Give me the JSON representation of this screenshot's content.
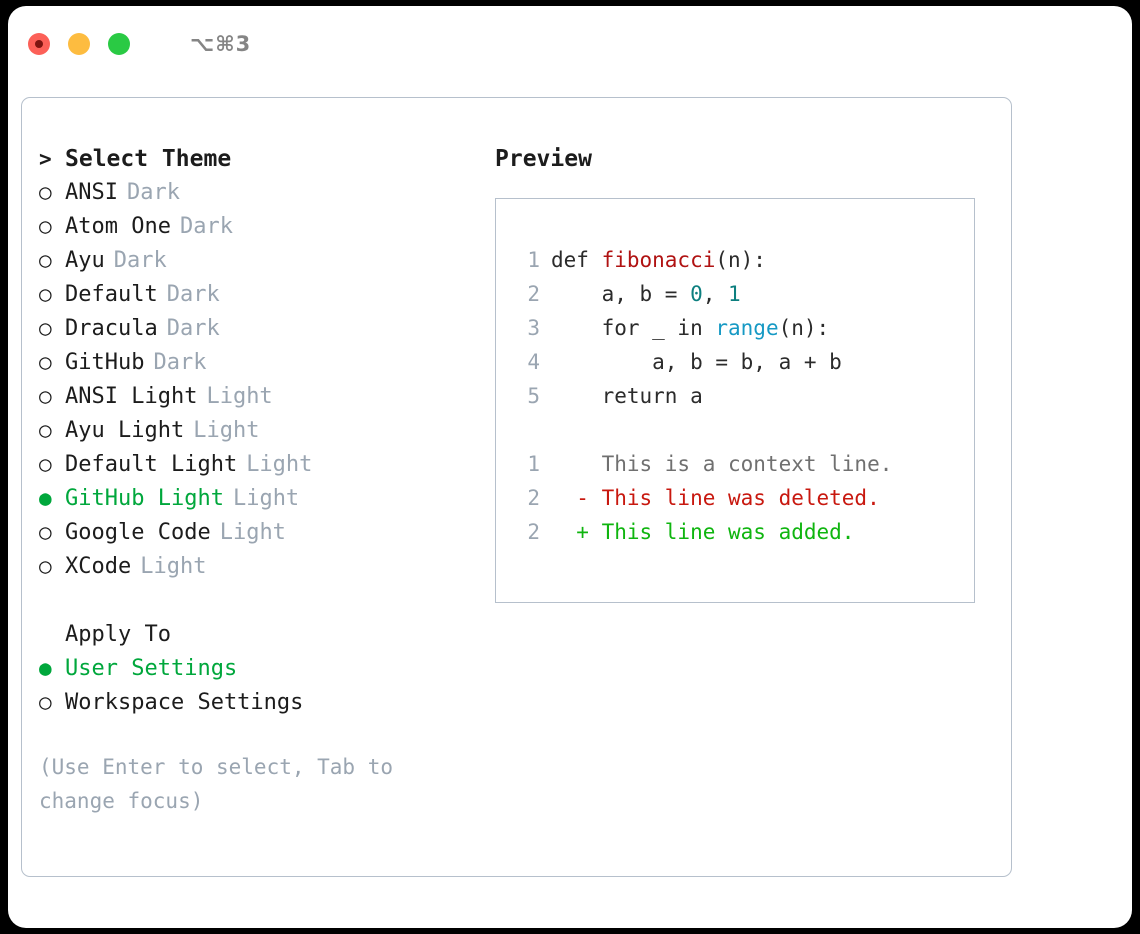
{
  "titlebar": {
    "shortcut": "⌥⌘3",
    "buttons": [
      "close",
      "minimize",
      "maximize"
    ]
  },
  "theme_list": {
    "header": {
      "marker": ">",
      "label": "Select Theme"
    },
    "items": [
      {
        "marker": "○",
        "label": "ANSI",
        "tag": "Dark",
        "selected": false
      },
      {
        "marker": "○",
        "label": "Atom One",
        "tag": "Dark",
        "selected": false
      },
      {
        "marker": "○",
        "label": "Ayu",
        "tag": "Dark",
        "selected": false
      },
      {
        "marker": "○",
        "label": "Default",
        "tag": "Dark",
        "selected": false
      },
      {
        "marker": "○",
        "label": "Dracula",
        "tag": "Dark",
        "selected": false
      },
      {
        "marker": "○",
        "label": "GitHub",
        "tag": "Dark",
        "selected": false
      },
      {
        "marker": "○",
        "label": "ANSI Light",
        "tag": "Light",
        "selected": false
      },
      {
        "marker": "○",
        "label": "Ayu Light",
        "tag": "Light",
        "selected": false
      },
      {
        "marker": "○",
        "label": "Default Light",
        "tag": "Light",
        "selected": false
      },
      {
        "marker": "●",
        "label": "GitHub Light",
        "tag": "Light",
        "selected": true
      },
      {
        "marker": "○",
        "label": "Google Code",
        "tag": "Light",
        "selected": false
      },
      {
        "marker": "○",
        "label": "XCode",
        "tag": "Light",
        "selected": false
      }
    ]
  },
  "apply_to": {
    "header": {
      "marker": " ",
      "label": "Apply To"
    },
    "items": [
      {
        "marker": "●",
        "label": "User Settings",
        "selected": true
      },
      {
        "marker": "○",
        "label": "Workspace Settings",
        "selected": false
      }
    ]
  },
  "hint": "(Use Enter to select, Tab to change focus)",
  "preview": {
    "title": "Preview",
    "code_lines": [
      {
        "no": "1",
        "tokens": [
          {
            "t": "def ",
            "c": "plain"
          },
          {
            "t": "fibonacci",
            "c": "fn"
          },
          {
            "t": "(n):",
            "c": "plain"
          }
        ]
      },
      {
        "no": "2",
        "tokens": [
          {
            "t": "    a, b = ",
            "c": "plain"
          },
          {
            "t": "0",
            "c": "num"
          },
          {
            "t": ", ",
            "c": "plain"
          },
          {
            "t": "1",
            "c": "num"
          }
        ]
      },
      {
        "no": "3",
        "tokens": [
          {
            "t": "    for _ in ",
            "c": "plain"
          },
          {
            "t": "range",
            "c": "call"
          },
          {
            "t": "(n):",
            "c": "plain"
          }
        ]
      },
      {
        "no": "4",
        "tokens": [
          {
            "t": "        a, b = b, a + b",
            "c": "plain"
          }
        ]
      },
      {
        "no": "5",
        "tokens": [
          {
            "t": "    return a",
            "c": "plain"
          }
        ]
      }
    ],
    "diff_lines": [
      {
        "no": "1",
        "sign": " ",
        "text": "This is a context line.",
        "kind": "context"
      },
      {
        "no": "2",
        "sign": "-",
        "text": "This line was deleted.",
        "kind": "del"
      },
      {
        "no": "2",
        "sign": "+",
        "text": "This line was added.",
        "kind": "add"
      }
    ]
  },
  "colors": {
    "selection_green": "#00a73c",
    "muted": "#9aa5b1",
    "text": "#1c1c1c",
    "border": "#b6c0cc",
    "diff_add": "#0fb50f",
    "diff_del": "#c8180f",
    "token_fn": "#b01212",
    "token_num": "#0d7f7f",
    "token_call": "#1699c4"
  }
}
